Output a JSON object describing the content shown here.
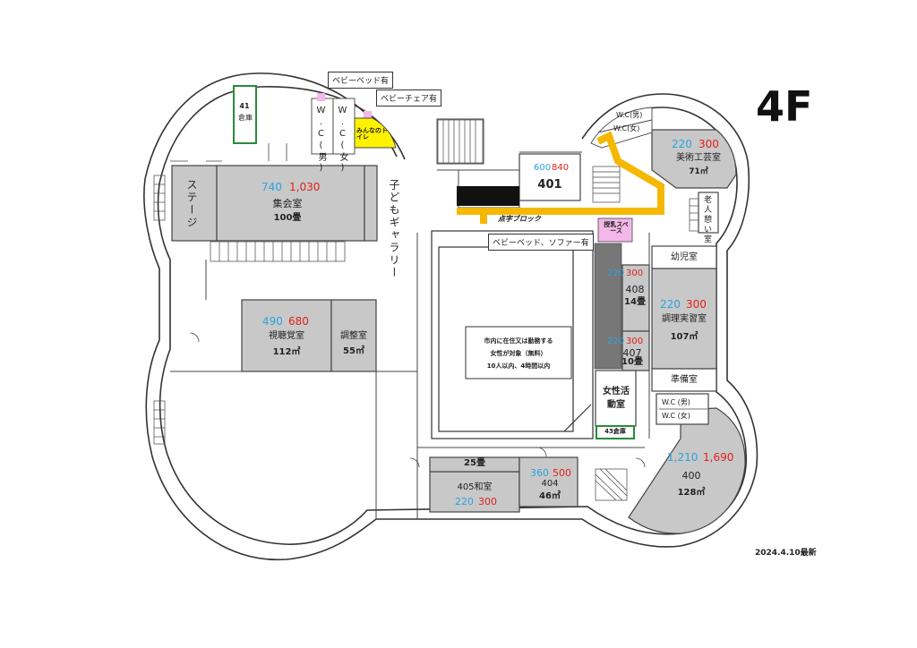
{
  "floor": "4F",
  "updated": "2024.4.10最新",
  "notes": {
    "baby_bed": "ベビーベッド有",
    "baby_chair": "ベビーチェア有",
    "baby_bed_sofa": "ベビーベッド、ソファー有",
    "braille": "点字ブロック"
  },
  "rooms": {
    "hall": {
      "name": "集会室",
      "size": "100畳",
      "fee_blue": "740",
      "fee_red": "1,030"
    },
    "stage": "ステージ",
    "gallery": "子どもギャラリー",
    "storage41": {
      "id": "41",
      "name": "倉庫"
    },
    "wc_m_left": "W.C(男)",
    "wc_f_left": "W.C(女)",
    "everyone_toilet": "みんなのトイレ",
    "r401": {
      "name": "401",
      "fee_blue": "600",
      "fee_red": "840"
    },
    "wc_m_right": "W.C(男)",
    "wc_f_right": "W.C(女)",
    "art": {
      "name": "美術工芸室",
      "size": "71㎡",
      "fee_blue": "220",
      "fee_red": "300"
    },
    "senior": "老人憩い室",
    "nursing": "授乳スペース",
    "infant": "幼児室",
    "cooking": {
      "name": "調理実習室",
      "size": "107㎡",
      "fee_blue": "220",
      "fee_red": "300"
    },
    "r408": {
      "name": "408",
      "size": "14畳",
      "fee_blue": "220",
      "fee_red": "300"
    },
    "r407": {
      "name": "407",
      "size": "10畳",
      "fee_blue": "220",
      "fee_red": "300"
    },
    "prep": "準備室",
    "wc_m_lower": "W.C (男)",
    "wc_f_lower": "W.C (女)",
    "women": "女性活動室",
    "storage43": "43倉庫",
    "r400": {
      "name": "400",
      "size": "128㎡",
      "fee_blue": "1,210",
      "fee_red": "1,690"
    },
    "av": {
      "name": "視聴覚室",
      "size": "112㎡",
      "fee_blue": "490",
      "fee_red": "680"
    },
    "control": {
      "name": "調整室",
      "size": "55㎡"
    },
    "r405": {
      "name": "405和室",
      "size": "25畳",
      "fee_blue": "220",
      "fee_red": "300"
    },
    "r404": {
      "name": "404",
      "size": "46㎡",
      "fee_blue": "360",
      "fee_red": "500"
    }
  },
  "women_notice": {
    "line1": "市内に在住又は勤務する",
    "line2": "女性が対象（無料）",
    "line3": "10人以内、4時間以内"
  },
  "colors": {
    "blue_fee": "#2aa3e0",
    "red_fee": "#e0201c",
    "room_gray": "#c8c8c8",
    "braille_yellow": "#f5b800",
    "pink": "#f3b7e8"
  }
}
